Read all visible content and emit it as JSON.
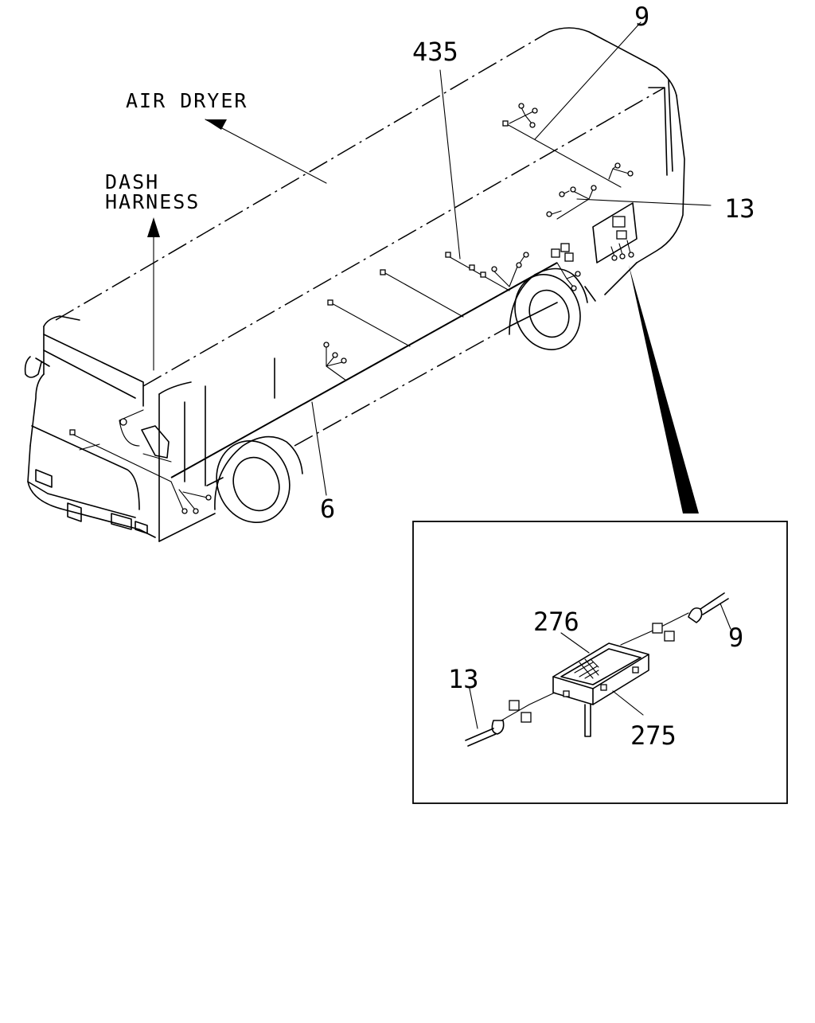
{
  "callouts": {
    "part_9": "9",
    "part_435": "435",
    "part_13": "13",
    "part_6": "6",
    "inset_276": "276",
    "inset_9": "9",
    "inset_13": "13",
    "inset_275": "275"
  },
  "annotations": {
    "air_dryer": "AIR DRYER",
    "dash_harness_line1": "DASH",
    "dash_harness_line2": "HARNESS"
  },
  "colors": {
    "ink": "#000000",
    "paper": "#ffffff"
  }
}
